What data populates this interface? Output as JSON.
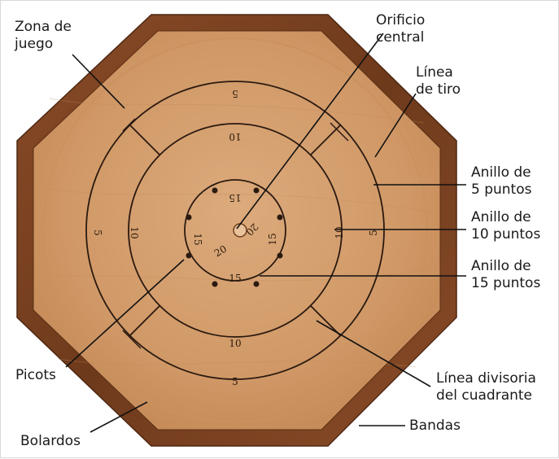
{
  "labels": {
    "zona": [
      "Zona de",
      "juego"
    ],
    "orificio": [
      "Orificio",
      "central"
    ],
    "linea_tiro": [
      "Línea",
      "de tiro"
    ],
    "anillo5": [
      "Anillo de",
      "5 puntos"
    ],
    "anillo10": [
      "Anillo de",
      "10 puntos"
    ],
    "anillo15": [
      "Anillo de",
      "15 puntos"
    ],
    "divisoria": [
      "Línea divisoria",
      "del cuadrante"
    ],
    "picots": "Picots",
    "bolardos": "Bolardos",
    "bandas": "Bandas"
  },
  "board_numbers": {
    "five": "5",
    "ten": "10",
    "fifteen": "15",
    "twenty": "20"
  },
  "colors": {
    "frame": "#7a4222",
    "frame_dark": "#4e2812",
    "surface": "#d29c6c",
    "lines": "#2b1a10",
    "leader": "#111111"
  }
}
